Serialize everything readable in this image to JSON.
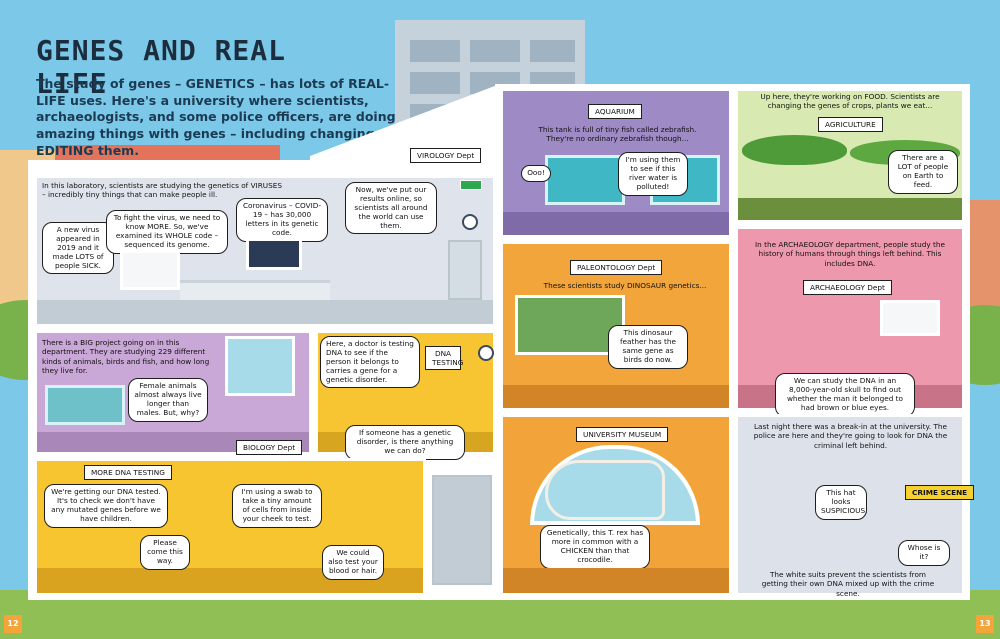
{
  "title": "GENES AND REAL LIFE",
  "intro": "The study of genes – GENETICS – has lots of REAL-LIFE uses. Here's a university where scientists, archaeologists, and some police officers, are doing amazing things with genes – including changing or EDITING them.",
  "page_numbers": {
    "left": "12",
    "right": "13"
  },
  "virology": {
    "tag": "VIROLOGY Dept",
    "caption": "In this laboratory, scientists are studying the genetics of VIRUSES – incredibly tiny things that can make people ill.",
    "bubbles": [
      "A new virus appeared in 2019 and it made LOTS of people SICK.",
      "To fight the virus, we need to know MORE. So, we've examined its WHOLE code – sequenced its genome.",
      "Coronavirus – COVID-19 – has 30,000 letters in its genetic code.",
      "Now, we've put our results online, so scientists all around the world can use them."
    ]
  },
  "aquarium": {
    "tag": "AQUARIUM",
    "caption": "This tank is full of tiny fish called zebrafish. They're no ordinary zebrafish though...",
    "bubbles": [
      "Ooo!",
      "I'm using them to see if this river water is polluted!"
    ]
  },
  "agriculture": {
    "caption": "Up here, they're working on FOOD. Scientists are changing the genes of crops, plants we eat...",
    "tag": "AGRICULTURE",
    "bubbles": [
      "There are a LOT of people on Earth to feed."
    ]
  },
  "biology": {
    "caption": "There is a BIG project going on in this department. They are studying 229 different kinds of animals, birds and fish, and how long they live for.",
    "bubbles": [
      "Female animals almost always live longer than males. But, why?"
    ],
    "tag": "BIOLOGY Dept"
  },
  "dna_testing": {
    "tag": "DNA TESTING",
    "bubbles": [
      "Here, a doctor is testing DNA to see if the person it belongs to carries a gene for a genetic disorder.",
      "If someone has a genetic disorder, is there anything we can do?"
    ]
  },
  "paleontology": {
    "tag": "PALEONTOLOGY Dept",
    "caption": "These scientists study DINOSAUR genetics...",
    "bubbles": [
      "This dinosaur feather has the same gene as birds do now."
    ]
  },
  "archaeology": {
    "caption": "In the ARCHAEOLOGY department, people study the history of humans through things left behind. This includes DNA.",
    "tag": "ARCHAEOLOGY Dept",
    "bubbles": [
      "We can study the DNA in an 8,000-year-old skull to find out whether the man it belonged to had brown or blue eyes."
    ]
  },
  "more_dna": {
    "tag": "MORE DNA TESTING",
    "bubbles": [
      "We're getting our DNA tested. It's to check we don't have any mutated genes before we have children.",
      "Please come this way.",
      "I'm using a swab to take a tiny amount of cells from inside your cheek to test.",
      "We could also test your blood or hair."
    ]
  },
  "museum": {
    "tag": "UNIVERSITY MUSEUM",
    "bubbles": [
      "Genetically, this T. rex has more in common with a CHICKEN than that crocodile."
    ]
  },
  "crime": {
    "caption": "Last night there was a break-in at the university. The police are here and they're going to look for DNA the criminal left behind.",
    "bubbles": [
      "This hat looks SUSPICIOUS.",
      "Whose is it?"
    ],
    "tape": "CRIME SCENE",
    "footer": "The white suits prevent the scientists from getting their own DNA mixed up with the crime scene."
  },
  "colors": {
    "sky": "#7cc8e8",
    "virology": "#dfe4ec",
    "aquarium": "#9e8ac4",
    "agriculture": "#d8e9b2",
    "biology": "#c9a7d6",
    "dna": "#f7c531",
    "paleontology": "#f1a53a",
    "archaeology": "#ee98ad",
    "more_dna": "#f6c52f",
    "museum": "#f2a43b",
    "crime": "#dde2ea"
  }
}
